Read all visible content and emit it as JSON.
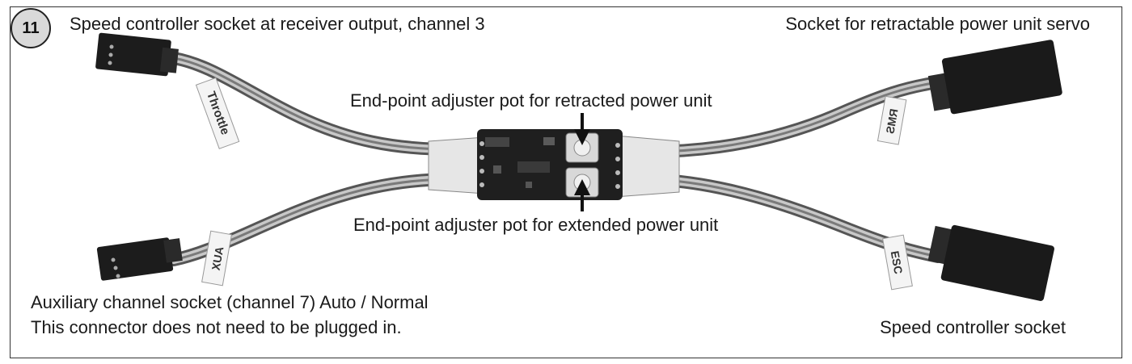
{
  "figure": {
    "number": "11",
    "labels": {
      "top_left": "Speed controller socket at receiver output, channel 3",
      "top_right": "Socket for retractable power unit servo",
      "pot_retracted": "End-point adjuster pot for retracted power unit",
      "pot_extended": "End-point adjuster pot for extended power unit",
      "aux_line1": "Auxiliary channel socket (channel 7) Auto / Normal",
      "aux_line2": "This connector does not need to be plugged in.",
      "bottom_right": "Speed controller socket"
    },
    "cable_tags": {
      "throttle": "Throttle",
      "rms": "RMS",
      "aux": "AUX",
      "esc": "ESC"
    }
  }
}
